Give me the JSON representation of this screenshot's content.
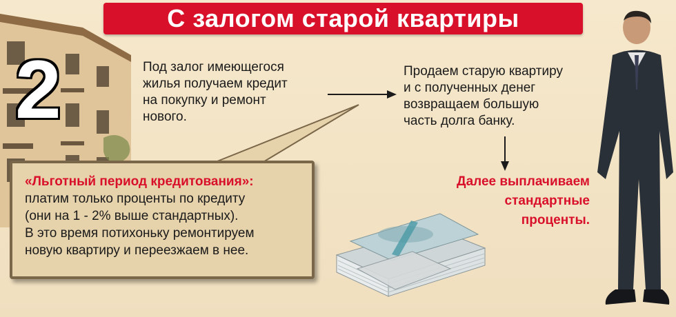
{
  "title": "С залогом старой квартиры",
  "step_number": "2",
  "left_text": "Под залог имеющегося\nжилья получаем кредит\nна покупку и ремонт\nнового.",
  "right_text": "Продаем старую квартиру\nи с полученных денег\nвозвращаем большую\nчасть долга банку.",
  "callout": {
    "heading": "«Льготный период кредитования»:",
    "body": "платим только проценты по кредиту\n(они на 1 - 2% выше стандартных).\nВ это время потихоньку ремонтируем\nновую квартиру и переезжаем в нее."
  },
  "red_note": "Далее выплачиваем\nстандартные\nпроценты.",
  "colors": {
    "accent_red": "#d8102a",
    "background": "#f2e3c6",
    "callout_bg": "#e6d2ab",
    "callout_border": "#7a6648"
  },
  "icons": [
    "building-illustration",
    "arrow-right-icon",
    "arrow-down-icon",
    "money-stack-illustration",
    "businessman-illustration"
  ]
}
